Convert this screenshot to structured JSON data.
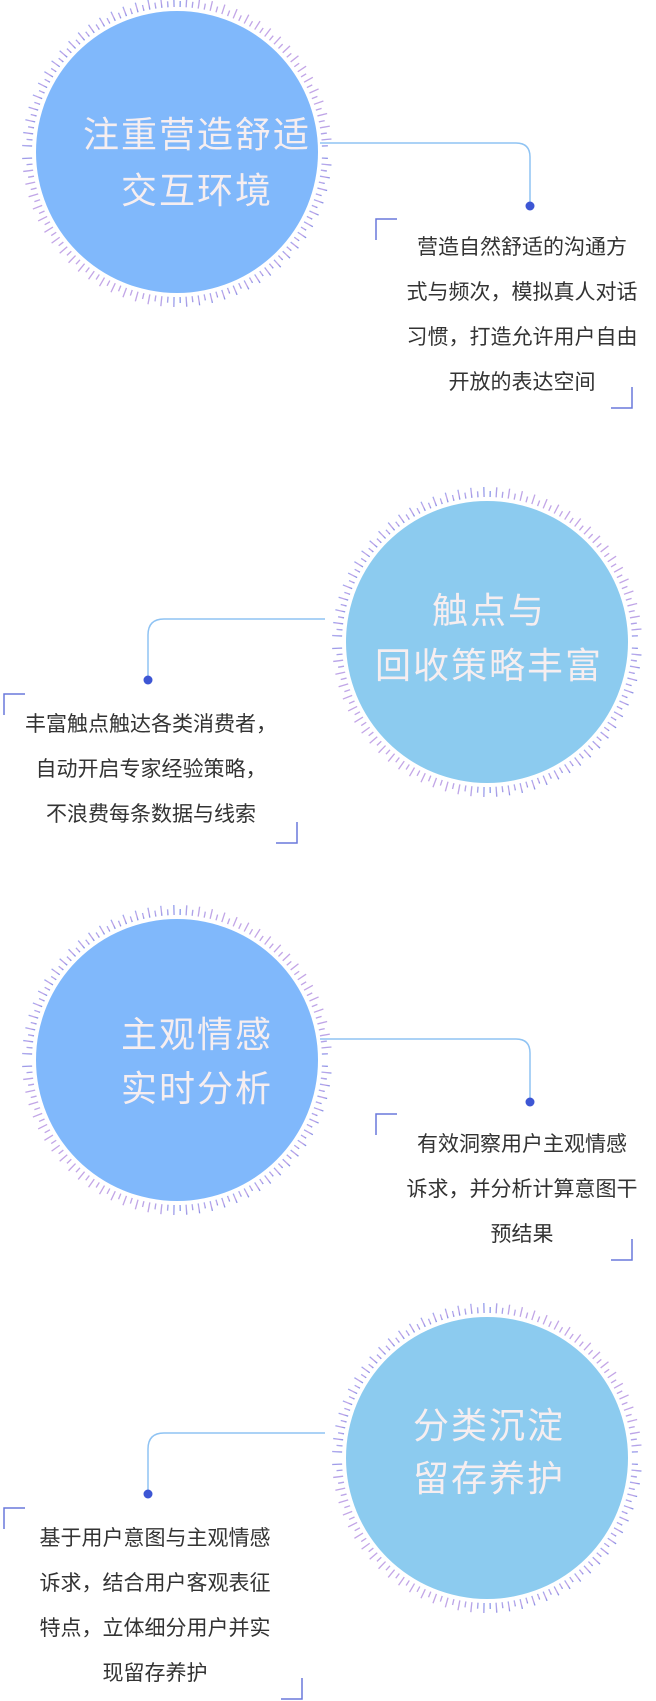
{
  "colors": {
    "circle_blue": "#80b8fb",
    "circle_sky": "#8ccbef",
    "title_text": "#f6eef0",
    "connector": "#8fc3f3",
    "dot": "#3d56d4",
    "bracket": "#6a78dc",
    "body_text": "#333333"
  },
  "features": [
    {
      "title_lines": [
        "注重营造舒适",
        "交互环境"
      ],
      "description": "营造自然舒适的沟通方\n式与频次，模拟真人对话\n习惯，打造允许用户自由\n开放的表达空间"
    },
    {
      "title_lines": [
        "触点与",
        "回收策略丰富"
      ],
      "description": "丰富触点触达各类消费者，\n自动开启专家经验策略，\n不浪费每条数据与线索"
    },
    {
      "title_lines": [
        "主观情感",
        "实时分析"
      ],
      "description": "有效洞察用户主观情感\n诉求，并分析计算意图干\n预结果"
    },
    {
      "title_lines": [
        "分类沉淀",
        "留存养护"
      ],
      "description": "基于用户意图与主观情感\n诉求，结合用户客观表征\n特点，立体细分用户并实\n现留存养护"
    }
  ]
}
